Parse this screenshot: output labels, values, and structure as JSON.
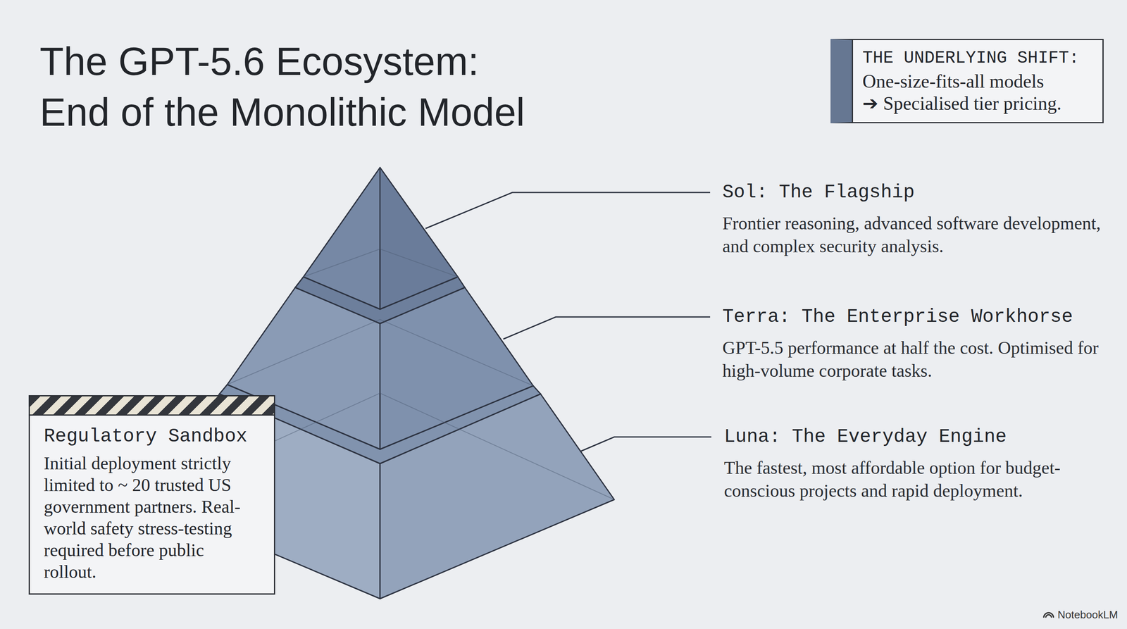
{
  "diagram": {
    "title": "The GPT-5.6 Ecosystem: End of the Monolithic Model",
    "nodes": [
      {
        "text": [
          "THE UNDERLYING SHIFT:",
          "One-size-fits-all models ➔ Specialised tier pricing."
        ]
      },
      {
        "text": [
          "Regulatory Sandbox",
          "Initial deployment strictly limited to ~ 20 trusted US government partners. Real-world safety stress-testing required before public rollout."
        ]
      }
    ],
    "labels": [
      "Sol: The Flagship",
      "Frontier reasoning, advanced software development, and complex security analysis.",
      "Terra: The Enterprise Workhorse",
      "GPT-5.5 performance at half the cost. Optimised for high-volume corporate tasks.",
      "Luna: The Everyday Engine",
      "The fastest, most affordable option for budget-conscious projects and rapid deployment.",
      "NotebookLM"
    ]
  }
}
